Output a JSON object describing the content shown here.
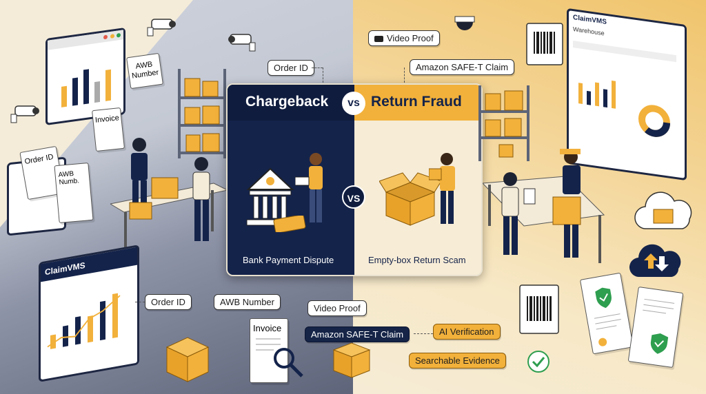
{
  "panel": {
    "left_title": "Chargeback",
    "right_title": "Return Fraud",
    "vs_top": "vs",
    "vs_center": "VS",
    "left_caption": "Bank Payment Dispute",
    "right_caption": "Empty-box Return Scam"
  },
  "top_tags": {
    "order_id": "Order ID",
    "video_proof": "Video Proof",
    "safet_claim": "Amazon SAFE-T Claim"
  },
  "left_docs": {
    "awb": "AWB Number",
    "invoice": "Invoice",
    "order_id": "Order ID",
    "awb_short": "AWB Numb."
  },
  "bottom": {
    "logo": "ClaimVMS",
    "order_id": "Order ID",
    "awb": "AWB Number",
    "invoice": "Invoice",
    "video_proof": "Video Proof",
    "safet_claim": "Amazon SAFE-T Claim",
    "ai_verification": "AI Verification",
    "searchable_evidence": "Searchable Evidence"
  },
  "right_dashboard": {
    "logo": "ClaimVMS",
    "section": "Warehouse"
  },
  "colors": {
    "navy": "#14234a",
    "amber": "#f2b13b",
    "cream": "#f7ecd6",
    "green": "#2e9e4f"
  }
}
